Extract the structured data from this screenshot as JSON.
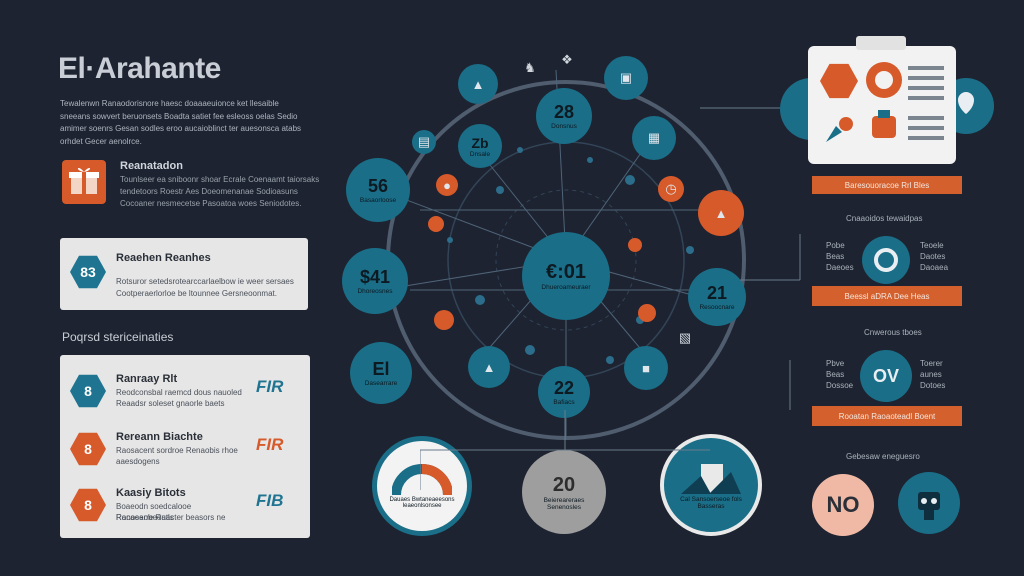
{
  "header": {
    "title": "El·Arahante",
    "intro": "Tewalenwn Ranaodorisnore haesc doaaaeuionce ket llesaible sneeans sowvert beruonsets Boadta satiet fee esleoss oelas Sedio amimer soenrs Gesan sodles eroo aucaioblinct ter auesonsca atabs orhdet Gecer aenolrce."
  },
  "feature": {
    "title": "Reanatadon",
    "body": "Tounlseer ea sniboonr shoar Ecrale Coenaamt taiorsaks tendetoors Roestr Aes Doeomenanae Sodioasuns Cocoaner nesmecetse Pasoatoa woes Seniodotes."
  },
  "card_top": {
    "badge": "83",
    "title": "Reaehen Reanhes",
    "line1": "Rotsuror setedsrotearccarlaelbow ie weer sersaes",
    "line2": "Cootperaerlorloe be ltounnee Gersneoonmat."
  },
  "section_label": "Poqrsd stericeinaties",
  "list_rows": [
    {
      "badge": "8",
      "color": "teal",
      "title": "Ranraay Rlt",
      "line1": "Reodconsbal raemcd dous nauoled",
      "line2": "Reaadsr soleset gnaorle baets",
      "mark": "FIR"
    },
    {
      "badge": "8",
      "color": "orange",
      "title": "Rereann Biachte",
      "line1": "Raosacent sordroe Renaobis rhoe",
      "line2": "aaesdogens",
      "mark": "FIR"
    },
    {
      "badge": "8",
      "color": "orange",
      "title": "Kaasiy Bitots",
      "line1": "Boaeodn soedcalooe Ronoseobeoutls",
      "line2": "Racaearre Raacter beasors ne",
      "mark": "FIB"
    }
  ],
  "hub": {
    "center": {
      "value": "€:01",
      "label": "Dhueroameuraer"
    },
    "metrics": [
      {
        "value": "28",
        "label": "Donsnus"
      },
      {
        "value": "56",
        "label": "Basaorloose"
      },
      {
        "value": "$41",
        "label": "Dhoreosnes"
      },
      {
        "value": "21",
        "label": "Resoocnare"
      },
      {
        "value": "El",
        "label": "Dasearrare"
      },
      {
        "value": "22",
        "label": "Bafiacs"
      },
      {
        "value": "Zb",
        "label": "Dnsale"
      }
    ],
    "bottom": [
      {
        "value": "",
        "label": "Dauaes Bwtaneaeesons",
        "line2": "Ieaeonlsonsee"
      },
      {
        "value": "20",
        "label": "Beiereareraes",
        "line2": "Senenosles"
      },
      {
        "value": "",
        "label": "Cal Sansoerseoe fols",
        "line2": "Basseras"
      }
    ]
  },
  "right_panel": {
    "bars": [
      "Baresouoracoe Rrl Bles",
      "Beessl aDRA Dee Heas",
      "Rooatan Raoaoteadl Boent"
    ],
    "labels": [
      "Cnaaoidos tewaidpas",
      "Cnwerous tboes",
      "Gebesaw eneguesro"
    ],
    "side_left_1": "Pobe Beas Daeoes",
    "side_right_1": "Teoele Daotes Daoaea",
    "side_left_2": "Pbve Beas Dossoe",
    "side_right_2": "Toerer aunes Dotoes",
    "mid_icon": "OV",
    "bottom_left": "NO"
  },
  "colors": {
    "background": "#1d2330",
    "teal": "#1f7591",
    "orange": "#d75a2b",
    "card": "#e6e6e6"
  },
  "icons": [
    "flask-icon",
    "person-icon",
    "lamp-icon",
    "screen-icon",
    "book-icon",
    "document-icon",
    "warning-icon",
    "clock-icon",
    "lock-icon",
    "chart-icon",
    "building-icon",
    "face-icon",
    "robot-icon",
    "gauge-icon",
    "pin-icon"
  ]
}
